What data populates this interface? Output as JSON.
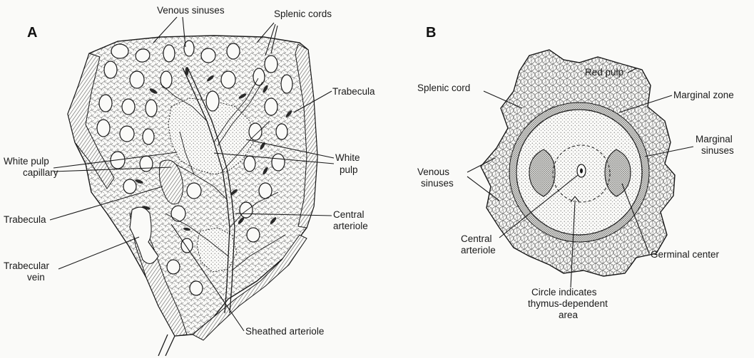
{
  "panel_a": {
    "letter": "A",
    "labels": {
      "venous_sinuses": "Venous sinuses",
      "splenic_cords": "Splenic cords",
      "trabecula_top": "Trabecula",
      "white_pulp_capillary_1": "White pulp",
      "white_pulp_capillary_2": "capillary",
      "white_pulp_1": "White",
      "white_pulp_2": "pulp",
      "trabecula_left": "Trabecula",
      "central_arteriole_1": "Central",
      "central_arteriole_2": "arteriole",
      "trabecular_vein_1": "Trabecular",
      "trabecular_vein_2": "vein",
      "sheathed_arteriole": "Sheathed arteriole"
    }
  },
  "panel_b": {
    "letter": "B",
    "labels": {
      "red_pulp": "Red pulp",
      "splenic_cord": "Splenic cord",
      "marginal_zone": "Marginal zone",
      "marginal_sinuses_1": "Marginal",
      "marginal_sinuses_2": "sinuses",
      "venous_sinuses_1": "Venous",
      "venous_sinuses_2": "sinuses",
      "central_arteriole_1": "Central",
      "central_arteriole_2": "arteriole",
      "germinal_center": "Germinal center",
      "circle_note_1": "Circle indicates",
      "circle_note_2": "thymus-dependent",
      "circle_note_3": "area"
    }
  },
  "colors": {
    "ink": "#1a1a1a",
    "paper": "#fafaf8",
    "stipple": "#555555"
  }
}
